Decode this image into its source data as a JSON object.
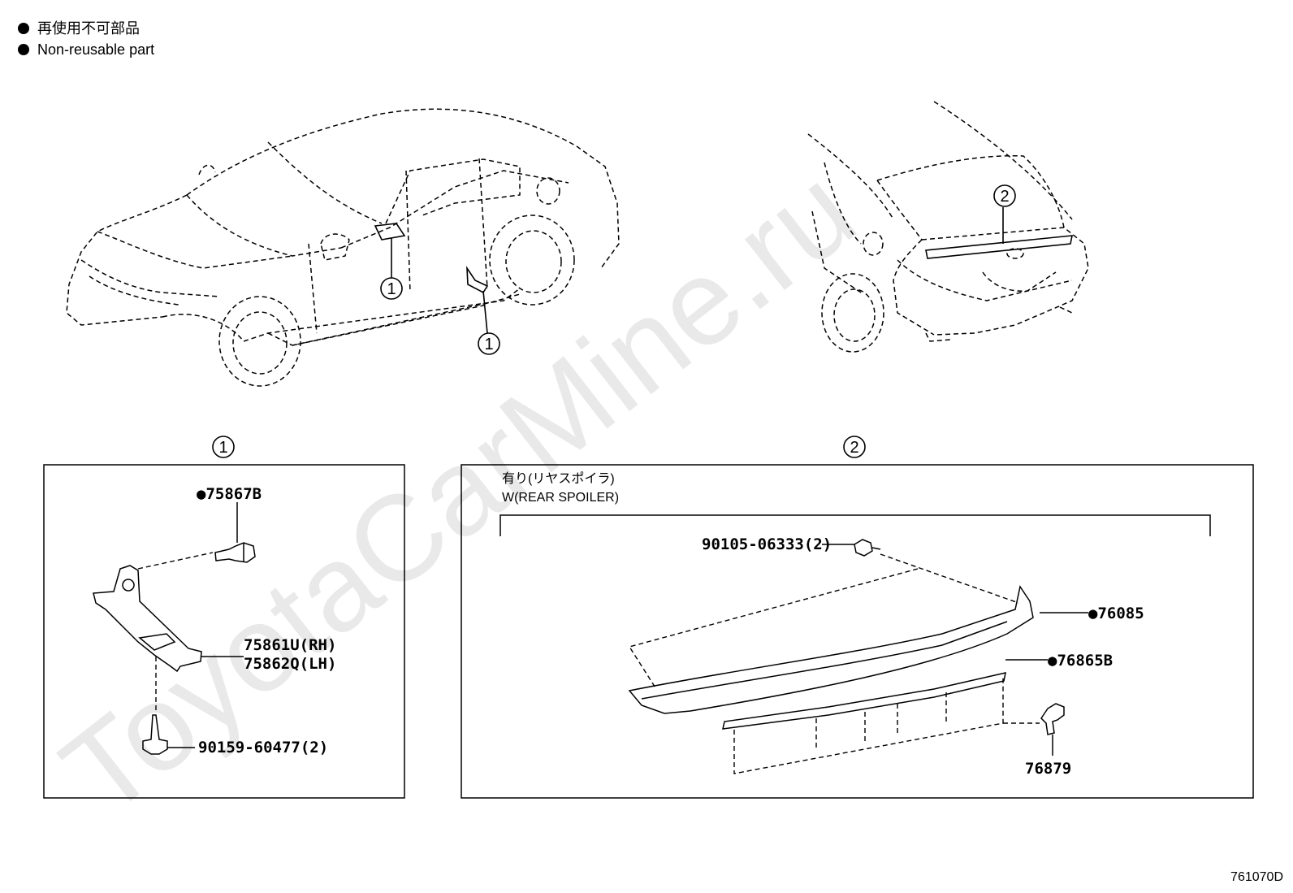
{
  "legend": {
    "items": [
      {
        "text": "再使用不可部品"
      },
      {
        "text": "Non-reusable part"
      }
    ]
  },
  "watermark": "ToyotaCarMine.ru",
  "diagram_code": "761070D",
  "callouts": {
    "one": "1",
    "two": "2"
  },
  "box1": {
    "parts": [
      {
        "text": "●75867B"
      },
      {
        "text": "75861U(RH)"
      },
      {
        "text": "75862Q(LH)"
      },
      {
        "text": "90159-60477(2)"
      }
    ]
  },
  "box2": {
    "condition_jp": "有り(リヤスポイラ)",
    "condition_en": "W(REAR SPOILER)",
    "parts": [
      {
        "text": "90105-06333(2)"
      },
      {
        "text": "●76085"
      },
      {
        "text": "●76865B"
      },
      {
        "text": "76879"
      }
    ]
  }
}
